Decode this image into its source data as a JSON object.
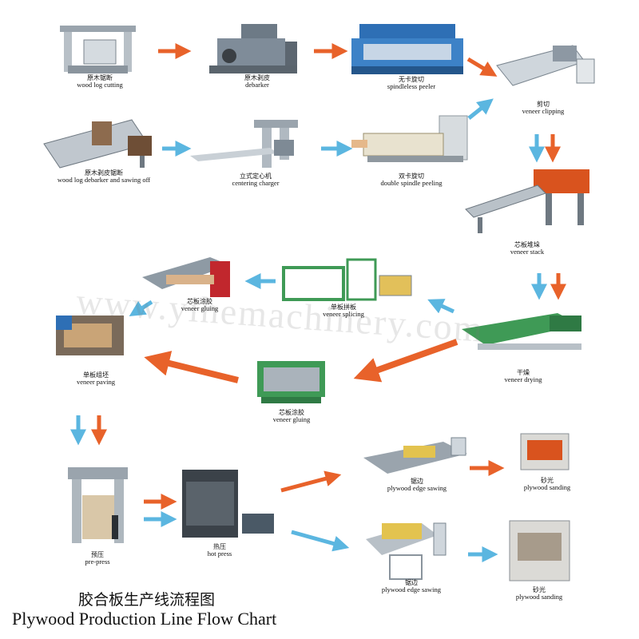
{
  "title": {
    "zh": "胶合板生产线流程图",
    "en": "Plywood Production Line Flow Chart"
  },
  "watermark": "www.yihemachinery.com",
  "colors": {
    "orange_arrow": "#e8622a",
    "blue_arrow": "#5bb6e0",
    "machine_blue": "#2e6fb5",
    "machine_orange": "#d9531e",
    "machine_green": "#3f9a56",
    "machine_grey": "#9aa4ad"
  },
  "nodes": [
    {
      "id": "log-cutting",
      "zh": "原木锯断",
      "en": "wood log cutting",
      "icon": "sawing-machine-icon"
    },
    {
      "id": "debarker",
      "zh": "原木剥皮",
      "en": "debarker",
      "icon": "debarker-machine-icon"
    },
    {
      "id": "spindleless-peeler",
      "zh": "无卡旋切",
      "en": "spindleless peeler",
      "icon": "peeler-machine-icon"
    },
    {
      "id": "veneer-clipping",
      "zh": "剪切",
      "en": "veneer clipping",
      "icon": "clipper-machine-icon"
    },
    {
      "id": "log-debarker-sawing",
      "zh": "原木剥皮锯断",
      "en": "wood log debarker and sawing off",
      "icon": "debarker-saw-line-icon"
    },
    {
      "id": "centering-charger",
      "zh": "立式定心机",
      "en": "centering charger",
      "icon": "centering-machine-icon"
    },
    {
      "id": "double-spindle",
      "zh": "双卡旋切",
      "en": "double spindle peeling",
      "icon": "double-spindle-lathe-icon"
    },
    {
      "id": "veneer-stack",
      "zh": "芯板堆垛",
      "en": "veneer stack",
      "icon": "stacker-machine-icon"
    },
    {
      "id": "veneer-gluing-top",
      "zh": "芯板涂胶",
      "en": "veneer gluing",
      "icon": "glue-spreader-icon"
    },
    {
      "id": "veneer-splicing",
      "zh": "单板拼板",
      "en": "veneer splicing",
      "icon": "splicing-machine-icon"
    },
    {
      "id": "veneer-drying",
      "zh": "干燥",
      "en": "veneer drying",
      "icon": "dryer-machine-icon"
    },
    {
      "id": "veneer-paving",
      "zh": "单板组坯",
      "en": "veneer paving",
      "icon": "paving-line-icon"
    },
    {
      "id": "veneer-gluing-mid",
      "zh": "芯板涂胶",
      "en": "veneer gluing",
      "icon": "glue-spreader-icon"
    },
    {
      "id": "pre-press",
      "zh": "预压",
      "en": "pre-press",
      "icon": "pre-press-machine-icon"
    },
    {
      "id": "hot-press",
      "zh": "热压",
      "en": "hot press",
      "icon": "hot-press-machine-icon"
    },
    {
      "id": "edge-sawing-1",
      "zh": "锯边",
      "en": "plywood edge sawing",
      "icon": "edge-saw-icon"
    },
    {
      "id": "sanding-1",
      "zh": "砂光",
      "en": "plywood sanding",
      "icon": "sanding-machine-icon"
    },
    {
      "id": "edge-sawing-2",
      "zh": "锯边",
      "en": "plywood edge sawing",
      "icon": "edge-saw-icon"
    },
    {
      "id": "sanding-2",
      "zh": "砂光",
      "en": "plywood sanding",
      "icon": "sanding-machine-icon"
    }
  ],
  "arrows": [
    {
      "from": "log-cutting",
      "to": "debarker",
      "color": "orange"
    },
    {
      "from": "debarker",
      "to": "spindleless-peeler",
      "color": "orange"
    },
    {
      "from": "spindleless-peeler",
      "to": "veneer-clipping",
      "color": "orange"
    },
    {
      "from": "log-debarker-sawing",
      "to": "centering-charger",
      "color": "blue"
    },
    {
      "from": "centering-charger",
      "to": "double-spindle",
      "color": "blue"
    },
    {
      "from": "double-spindle",
      "to": "veneer-clipping",
      "color": "blue"
    },
    {
      "from": "veneer-clipping",
      "to": "veneer-stack",
      "color": "blue"
    },
    {
      "from": "veneer-clipping",
      "to": "veneer-stack",
      "color": "orange"
    },
    {
      "from": "veneer-stack",
      "to": "veneer-drying",
      "color": "blue"
    },
    {
      "from": "veneer-stack",
      "to": "veneer-drying",
      "color": "orange"
    },
    {
      "from": "veneer-drying",
      "to": "veneer-splicing",
      "color": "blue"
    },
    {
      "from": "veneer-splicing",
      "to": "veneer-gluing-top",
      "color": "blue"
    },
    {
      "from": "veneer-gluing-top",
      "to": "veneer-paving",
      "color": "blue"
    },
    {
      "from": "veneer-drying",
      "to": "veneer-gluing-mid",
      "color": "orange"
    },
    {
      "from": "veneer-gluing-mid",
      "to": "veneer-paving",
      "color": "orange"
    },
    {
      "from": "veneer-paving",
      "to": "pre-press",
      "color": "blue"
    },
    {
      "from": "veneer-paving",
      "to": "pre-press",
      "color": "orange"
    },
    {
      "from": "pre-press",
      "to": "hot-press",
      "color": "orange"
    },
    {
      "from": "pre-press",
      "to": "hot-press",
      "color": "blue"
    },
    {
      "from": "hot-press",
      "to": "edge-sawing-1",
      "color": "orange"
    },
    {
      "from": "edge-sawing-1",
      "to": "sanding-1",
      "color": "orange"
    },
    {
      "from": "hot-press",
      "to": "edge-sawing-2",
      "color": "blue"
    },
    {
      "from": "edge-sawing-2",
      "to": "sanding-2",
      "color": "blue"
    }
  ]
}
